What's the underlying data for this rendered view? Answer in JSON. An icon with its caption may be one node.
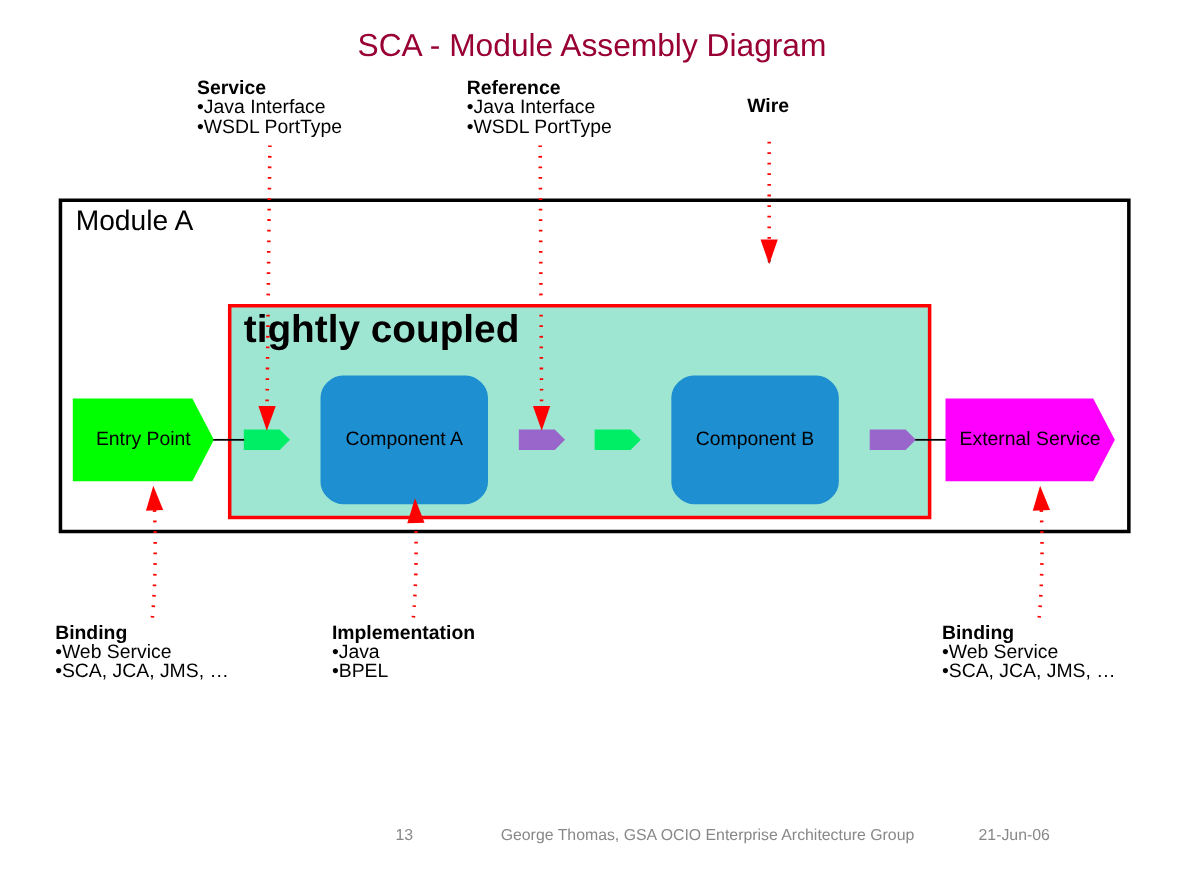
{
  "diagram": {
    "title": "SCA - Module Assembly Diagram",
    "nodes": [
      {
        "text": [
          "Service",
          "•Java Interface",
          "•WSDL PortType"
        ]
      },
      {
        "text": [
          "Reference",
          "•Java Interface",
          "•WSDL PortType"
        ]
      },
      {
        "text": [
          "Wire"
        ]
      },
      {
        "text": [
          "Module A"
        ]
      },
      {
        "text": [
          "tightly coupled"
        ],
        "in": 3
      },
      {
        "text": [
          "Entry Point"
        ],
        "in": 3
      },
      {
        "text": [],
        "shape": "chevron",
        "in": 4
      },
      {
        "text": [
          "Component A"
        ],
        "in": 4
      },
      {
        "text": [],
        "shape": "chevron",
        "in": 4
      },
      {
        "text": [],
        "shape": "chevron",
        "in": 4
      },
      {
        "text": [
          "Component B"
        ],
        "in": 4
      },
      {
        "text": [],
        "shape": "chevron",
        "in": 4
      },
      {
        "text": [
          "External Service"
        ],
        "in": 3
      },
      {
        "text": [
          "Binding",
          "•Web Service",
          "•SCA, JCA, JMS, …"
        ]
      },
      {
        "text": [
          "Implementation",
          "•Java",
          "•BPEL"
        ]
      },
      {
        "text": [
          "Binding",
          "•Web Service",
          "•SCA, JCA, JMS, …"
        ]
      }
    ],
    "edges": [
      {
        "from": 0,
        "to": 6,
        "arrow": "to",
        "style": "dashed",
        "color": "#ff0000"
      },
      {
        "from": 1,
        "to": 8,
        "arrow": "to",
        "style": "dashed",
        "color": "#ff0000"
      },
      {
        "from": 2,
        "to": null,
        "arrow": "to",
        "style": "dashed",
        "color": "#ff0000"
      },
      {
        "from": 5,
        "to": 6,
        "arrow": "none",
        "color": "#000000"
      },
      {
        "from": 11,
        "to": 12,
        "arrow": "none",
        "color": "#000000"
      },
      {
        "from": 13,
        "to": 5,
        "arrow": "to",
        "style": "dashed",
        "color": "#ff0000"
      },
      {
        "from": 14,
        "to": 7,
        "arrow": "to",
        "style": "dashed",
        "color": "#ff0000"
      },
      {
        "from": 15,
        "to": 12,
        "arrow": "to",
        "style": "dashed",
        "color": "#ff0000"
      }
    ],
    "labels": [
      "13",
      "George Thomas, GSA OCIO Enterprise Architecture Group",
      "21-Jun-06"
    ]
  }
}
